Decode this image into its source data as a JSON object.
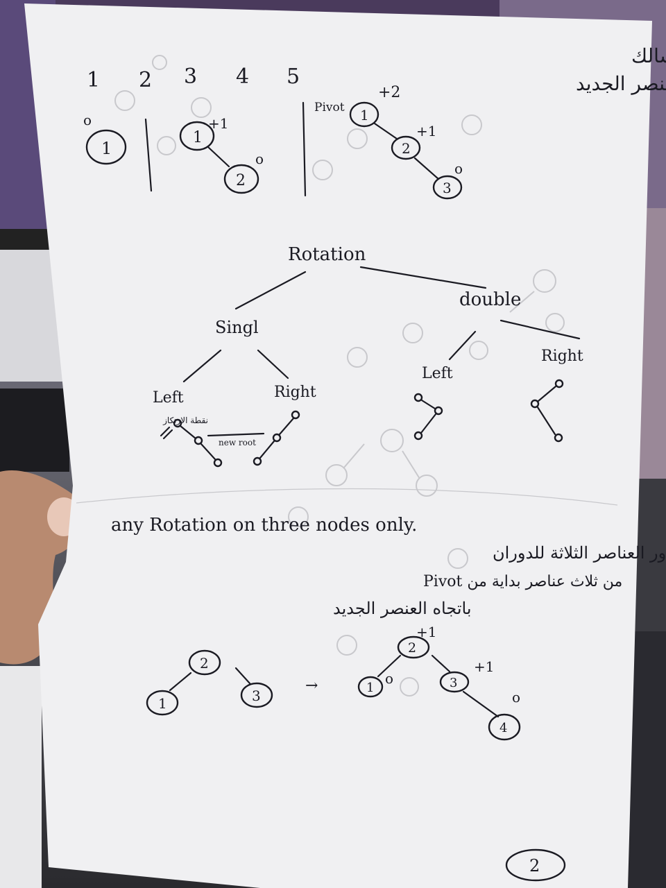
{
  "top": {
    "arabic_title_1": "ابدا الوزن من تحت سالك",
    "arabic_title_2": "العنصر الجديد",
    "steps": [
      "1",
      "2",
      "3",
      "4",
      "5"
    ],
    "pivot_label": "Pivot",
    "balance_plus2": "+2",
    "balance_plus1_a": "+1",
    "balance_plus1_b": "+1",
    "balance_zero_a": "o",
    "balance_zero_b": "o",
    "balance_zero_c": "o",
    "n1a": "1",
    "n1b": "1",
    "n2a": "2",
    "n1c": "1",
    "n2b": "2",
    "n3a": "3"
  },
  "tree": {
    "root": "Rotation",
    "single": "Singl",
    "double": "double",
    "single_left": "Left",
    "single_right": "Right",
    "double_left": "Left",
    "double_right": "Right",
    "new_root": "new root",
    "new_root_arabic": "نقطة الارتكاز"
  },
  "bottom": {
    "rule_en": "any Rotation on three nodes only.",
    "rule_ar_1": "يكون تدور العناصر الثلاثة للدوران",
    "rule_ar_2": "من ثلاث عناصر بداية من Pivot",
    "rule_ar_3": "باتجاه العنصر الجديد",
    "arrow": "→",
    "left_tree": [
      "2",
      "1",
      "3"
    ],
    "right_tree": [
      "2",
      "1",
      "3",
      "4"
    ],
    "right_bal_root": "+1",
    "right_bal_3": "+1",
    "right_bal_1": "o",
    "right_bal_4": "o",
    "page_number": "2"
  }
}
